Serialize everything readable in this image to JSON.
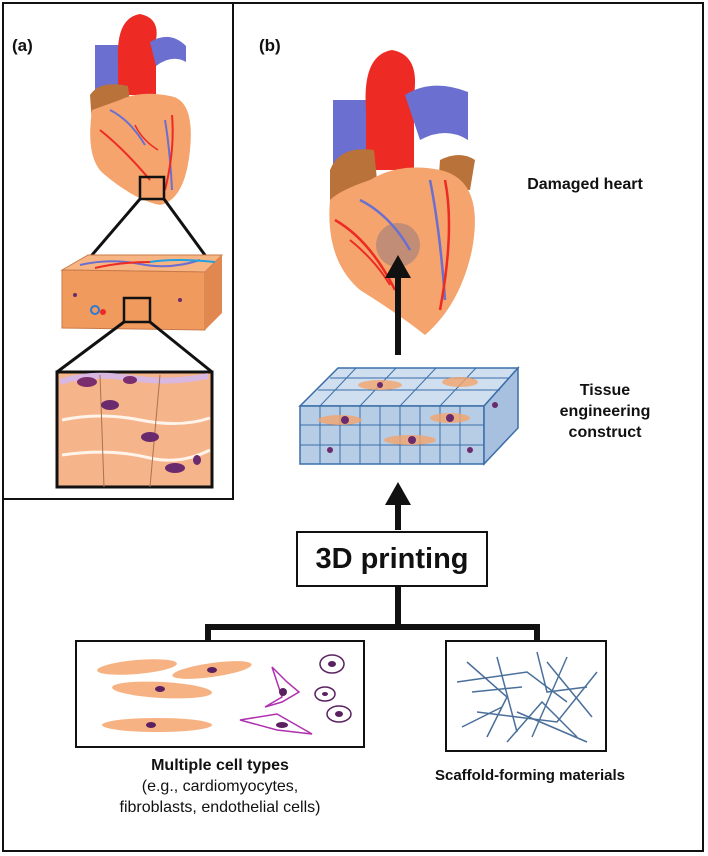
{
  "panels": {
    "a_label": "(a)",
    "b_label": "(b)"
  },
  "labels": {
    "damaged_heart": "Damaged heart",
    "construct_line1": "Tissue",
    "construct_line2": "engineering",
    "construct_line3": "construct",
    "printing": "3D printing",
    "cells_title": "Multiple cell types",
    "cells_line1": "(e.g., cardiomyocytes,",
    "cells_line2": "fibroblasts, endothelial cells)",
    "scaffold": "Scaffold-forming materials"
  },
  "colors": {
    "heart_muscle": "#f4a46c",
    "aorta_red": "#ee2a24",
    "vein_blue": "#6b6fcf",
    "atrium_brown": "#b9733a",
    "scaffold_blue": "#5b8fc7",
    "cell_purple": "#6a2a6e",
    "damage": "#b88a78"
  }
}
